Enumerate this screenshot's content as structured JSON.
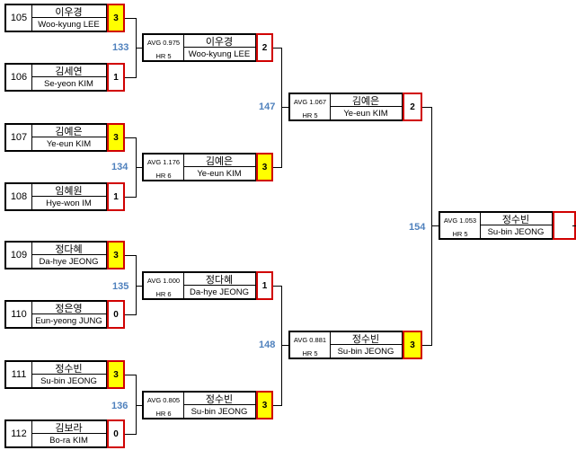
{
  "round1": [
    {
      "seed": "105",
      "kor": "이우경",
      "eng": "Woo-kyung LEE",
      "score": "3",
      "win": true
    },
    {
      "seed": "106",
      "kor": "김세연",
      "eng": "Se-yeon KIM",
      "score": "1",
      "win": false
    },
    {
      "seed": "107",
      "kor": "김예은",
      "eng": "Ye-eun KIM",
      "score": "3",
      "win": true
    },
    {
      "seed": "108",
      "kor": "임혜원",
      "eng": "Hye-won IM",
      "score": "1",
      "win": false
    },
    {
      "seed": "109",
      "kor": "정다혜",
      "eng": "Da-hye JEONG",
      "score": "3",
      "win": true
    },
    {
      "seed": "110",
      "kor": "정은영",
      "eng": "Eun-yeong JUNG",
      "score": "0",
      "win": false
    },
    {
      "seed": "111",
      "kor": "정수빈",
      "eng": "Su-bin JEONG",
      "score": "3",
      "win": true
    },
    {
      "seed": "112",
      "kor": "김보라",
      "eng": "Bo-ra KIM",
      "score": "0",
      "win": false
    }
  ],
  "round2": [
    {
      "avg": "AVG 0.975",
      "hr": "HR 5",
      "kor": "이우경",
      "eng": "Woo-kyung LEE",
      "score": "2",
      "win": false
    },
    {
      "avg": "AVG 1.176",
      "hr": "HR 6",
      "kor": "김예은",
      "eng": "Ye-eun KIM",
      "score": "3",
      "win": true
    },
    {
      "avg": "AVG 1.000",
      "hr": "HR 6",
      "kor": "정다혜",
      "eng": "Da-hye JEONG",
      "score": "1",
      "win": false
    },
    {
      "avg": "AVG 0.805",
      "hr": "HR 6",
      "kor": "정수빈",
      "eng": "Su-bin JEONG",
      "score": "3",
      "win": true
    }
  ],
  "round3": [
    {
      "avg": "AVG 1.067",
      "hr": "HR 5",
      "kor": "김예은",
      "eng": "Ye-eun KIM",
      "score": "2",
      "win": false
    },
    {
      "avg": "AVG 0.881",
      "hr": "HR 5",
      "kor": "정수빈",
      "eng": "Su-bin JEONG",
      "score": "3",
      "win": true
    }
  ],
  "final": [
    {
      "avg": "AVG 1.053",
      "hr": "HR 5",
      "kor": "정수빈",
      "eng": "Su-bin JEONG",
      "score": "",
      "win": false
    }
  ],
  "match_numbers": [
    "133",
    "134",
    "135",
    "136",
    "147",
    "148",
    "154"
  ],
  "colors": {
    "winner_fill": "#ffff00",
    "score_border": "#d00000",
    "match_number": "#4f81bd"
  }
}
